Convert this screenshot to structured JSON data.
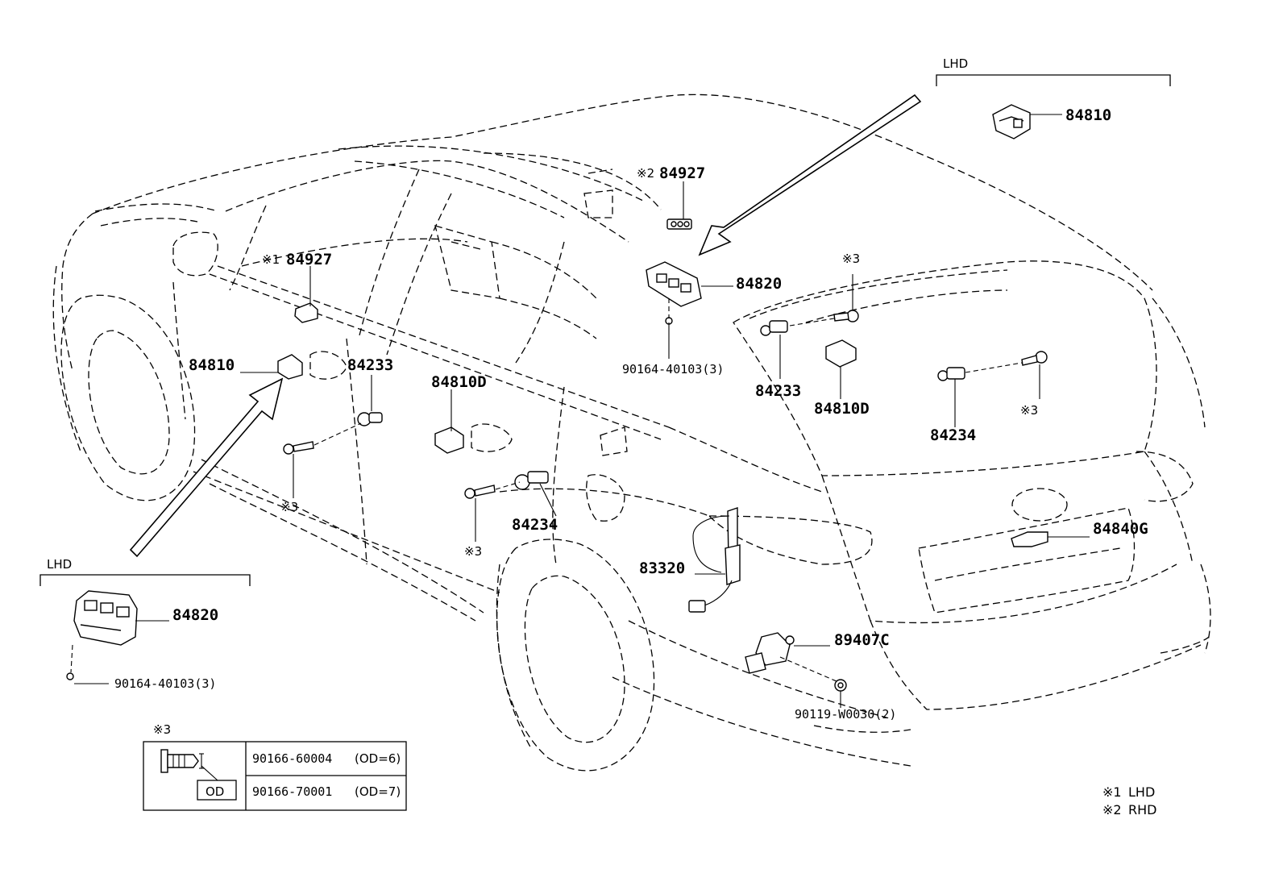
{
  "labels": {
    "lhd_top": "LHD",
    "lhd_bottom": "LHD",
    "top_84810": "84810",
    "rhd_84927": "84927",
    "rhd_84927_mark": "※2",
    "lhd_84927": "84927",
    "lhd_84927_mark": "※1",
    "door_84810": "84810",
    "door_84233": "84233",
    "door_84810D": "84810D",
    "mid_84820": "84820",
    "mid_bolt": "90164-40103(3)",
    "mark3_top": "※3",
    "rear_84233": "84233",
    "rear_84810D": "84810D",
    "rear_84234": "84234",
    "mark3_rear": "※3",
    "mark3_front": "※3",
    "mid_84234": "84234",
    "mark3_mid": "※3",
    "tail_84840G": "84840G",
    "sensor_83320": "83320",
    "height_89407C": "89407C",
    "height_bolt": "90119-W0030(2)",
    "lhd_84820": "84820",
    "lhd_bolt": "90164-40103(3)"
  },
  "screw_table": {
    "mark": "※3",
    "od_label": "OD",
    "rows": [
      {
        "part": "90166-60004",
        "spec": "(OD=6)"
      },
      {
        "part": "90166-70001",
        "spec": "(OD=7)"
      }
    ]
  },
  "footnotes": [
    {
      "mark": "※1",
      "text": "LHD"
    },
    {
      "mark": "※2",
      "text": "RHD"
    }
  ]
}
